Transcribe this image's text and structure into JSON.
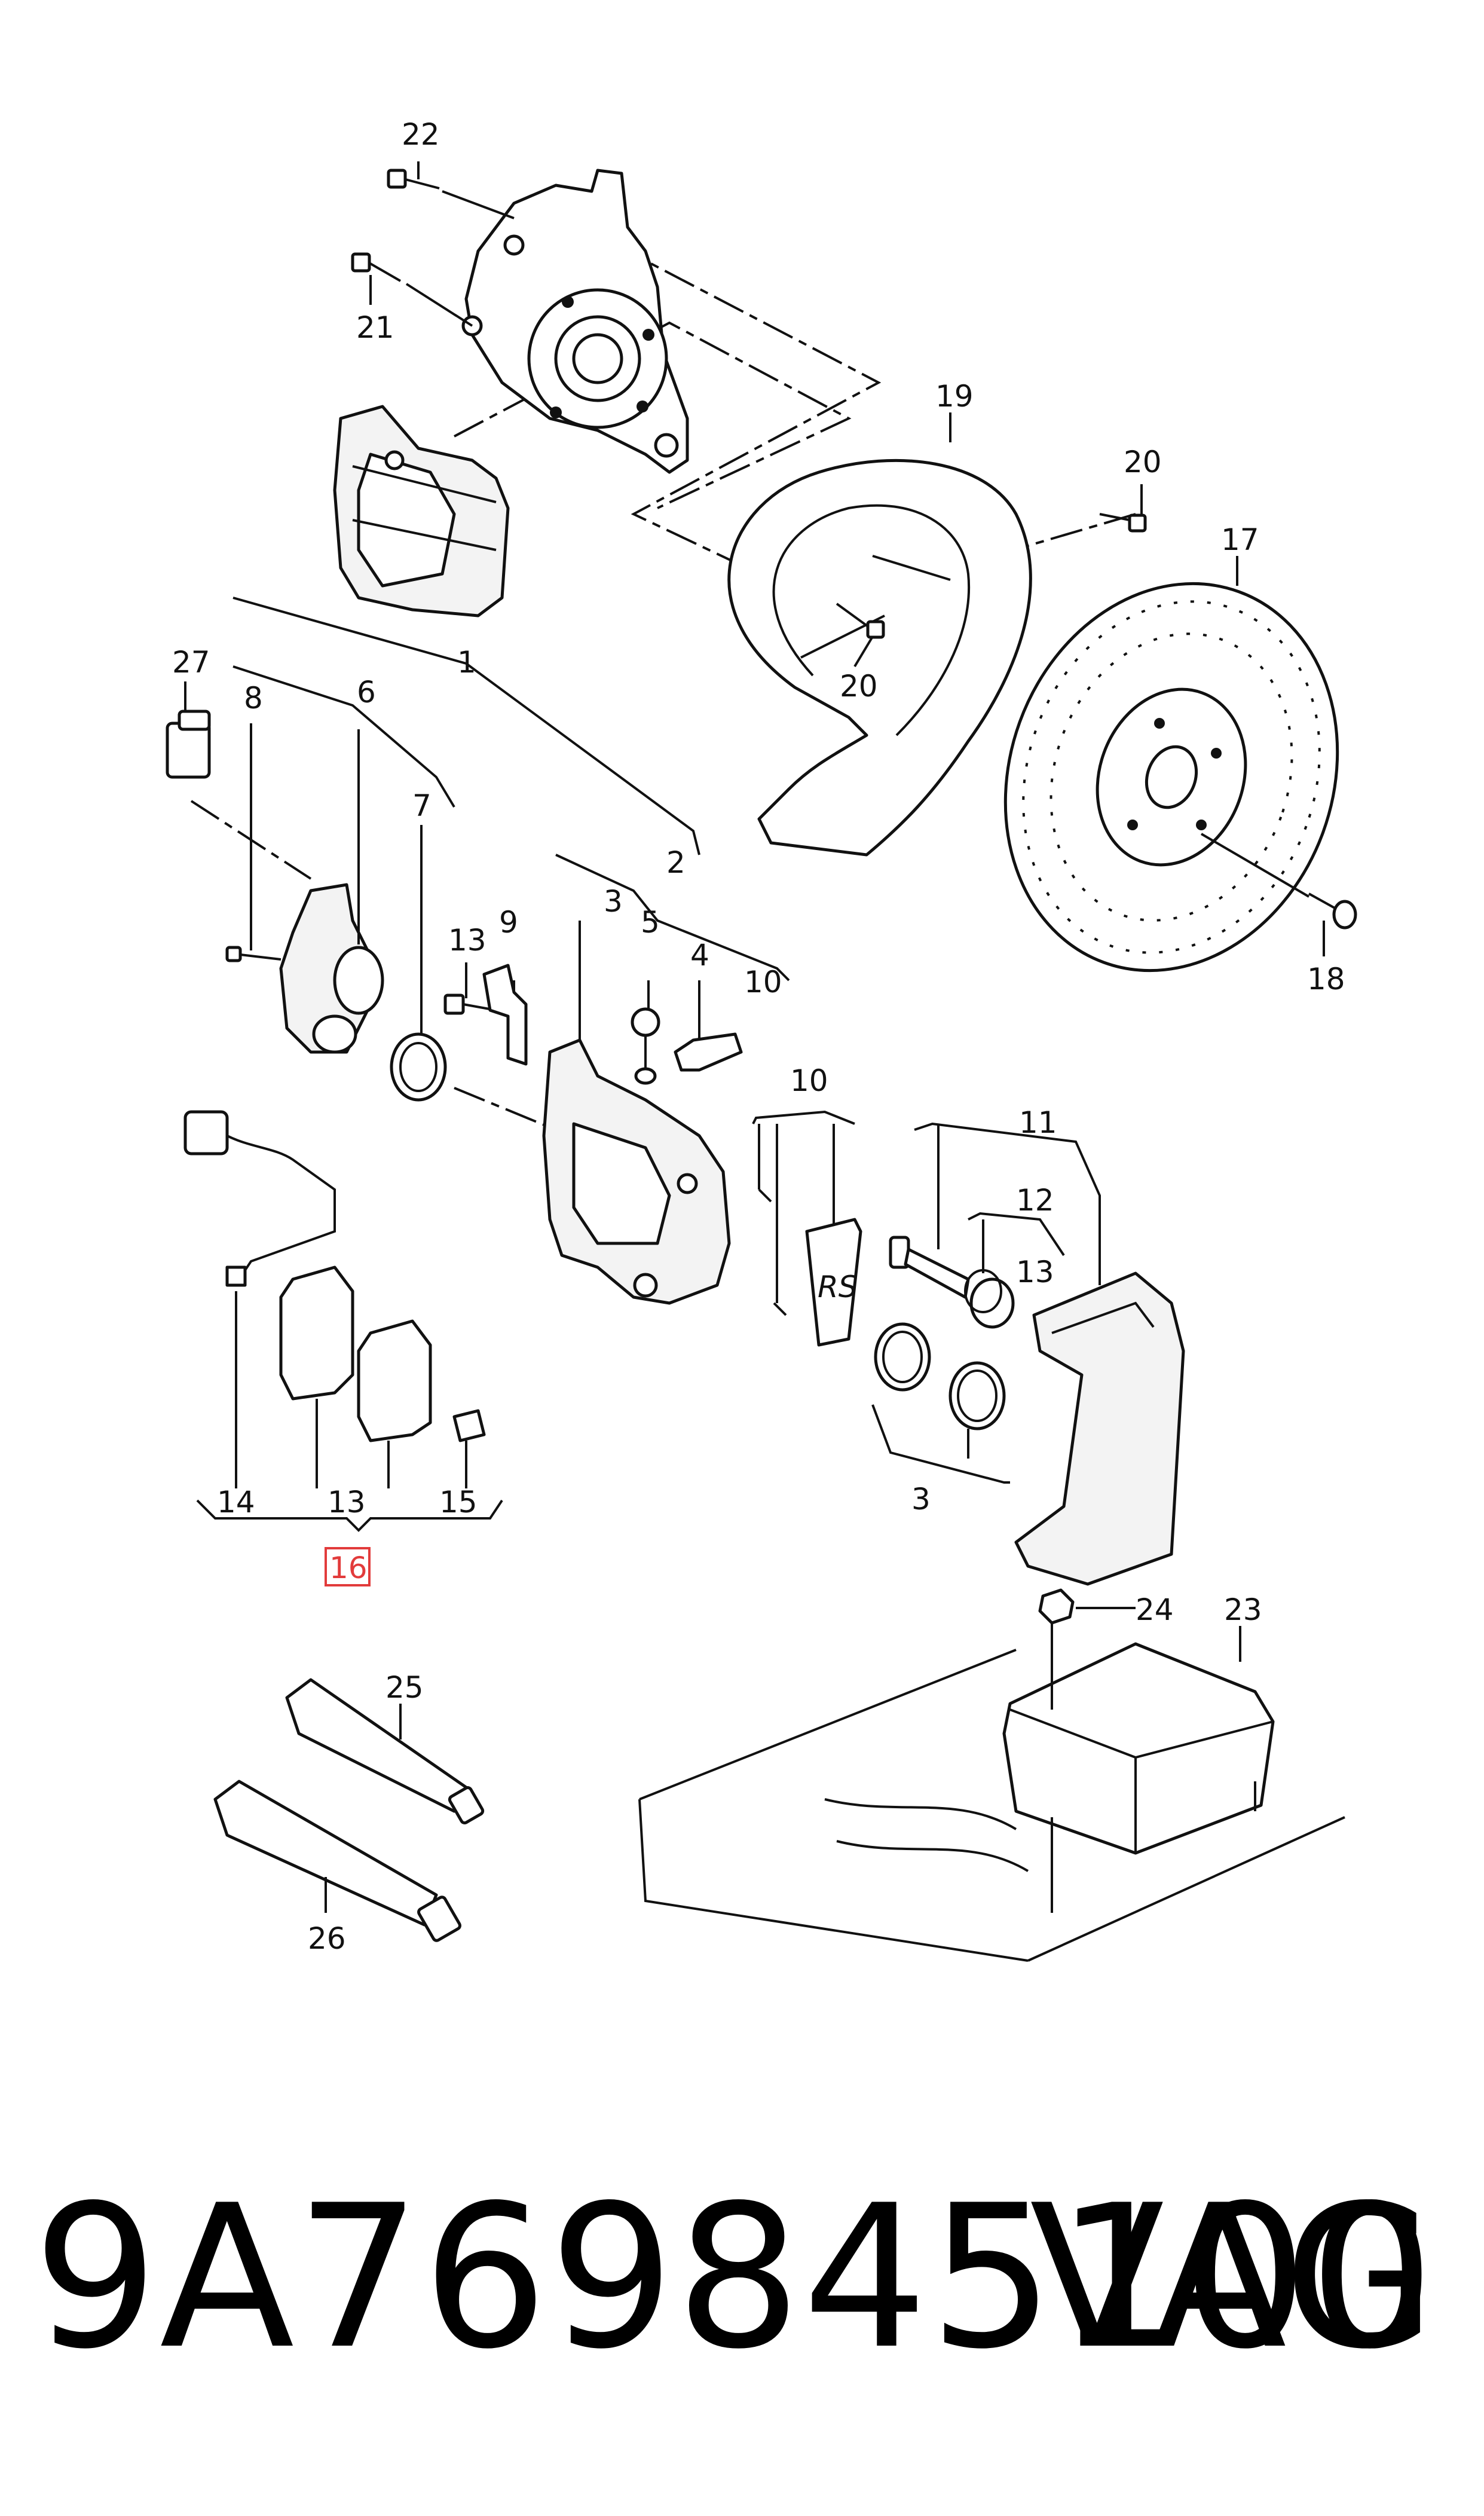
{
  "callouts": {
    "c1": "1",
    "c2": "2",
    "c3a": "3",
    "c3b": "3",
    "c4": "4",
    "c5": "5",
    "c6": "6",
    "c7": "7",
    "c8": "8",
    "c9": "9",
    "c10a": "10",
    "c10b": "10",
    "c11": "11",
    "c12": "12",
    "c13a": "13",
    "c13b": "13",
    "c13c": "13",
    "c14": "14",
    "c15": "15",
    "c16": "16",
    "c17": "17",
    "c18": "18",
    "c19": "19",
    "c20a": "20",
    "c20b": "20",
    "c21": "21",
    "c22": "22",
    "c23": "23",
    "c24": "24",
    "c25": "25",
    "c26": "26",
    "c27": "27"
  },
  "highlight_color": "#e23b3b",
  "footer": {
    "part_number": "9A769845100",
    "brand": "VAG"
  }
}
